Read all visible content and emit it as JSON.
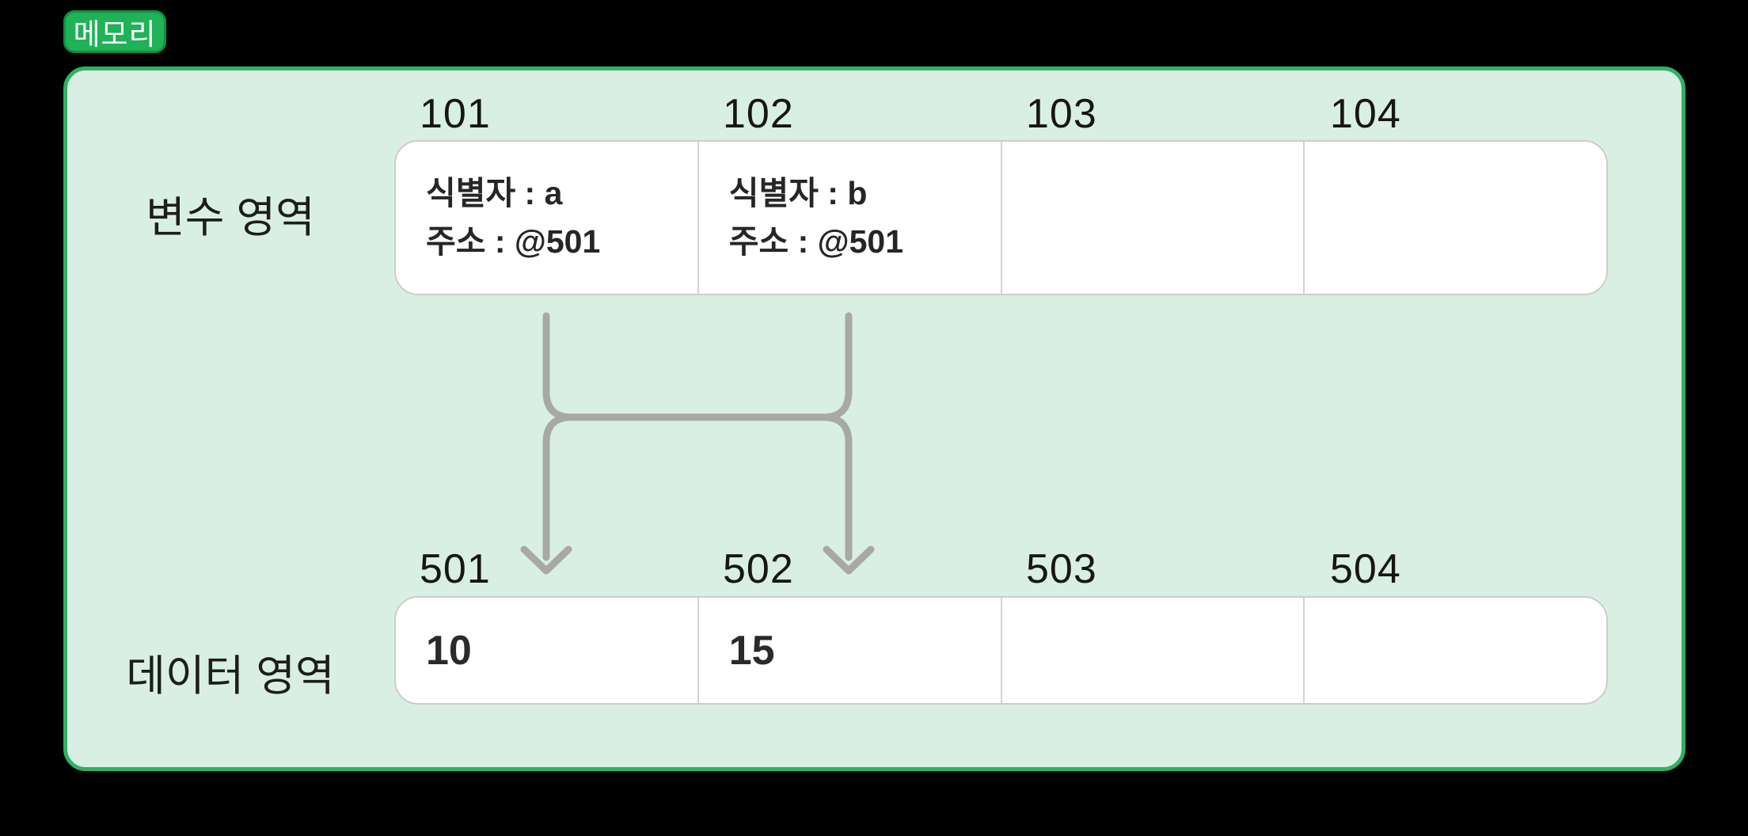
{
  "badge": {
    "label": "메모리"
  },
  "variable_area": {
    "label": "변수 영역",
    "cells": [
      {
        "address": "101",
        "line1": "식별자 : a",
        "line2": "주소 : @501"
      },
      {
        "address": "102",
        "line1": "식별자 : b",
        "line2": "주소 : @501"
      },
      {
        "address": "103",
        "line1": "",
        "line2": ""
      },
      {
        "address": "104",
        "line1": "",
        "line2": ""
      }
    ]
  },
  "data_area": {
    "label": "데이터 영역",
    "cells": [
      {
        "address": "501",
        "value": "10"
      },
      {
        "address": "502",
        "value": "15"
      },
      {
        "address": "503",
        "value": ""
      },
      {
        "address": "504",
        "value": ""
      }
    ]
  },
  "arrows": {
    "color": "#a8a8a8"
  },
  "colors": {
    "badge_green": "#1fb257",
    "panel_border_green": "#2fb163",
    "panel_fill_mint": "#d9efe3",
    "cell_border_gray": "#cdcdcd",
    "arrow_gray": "#a8a8a8"
  }
}
